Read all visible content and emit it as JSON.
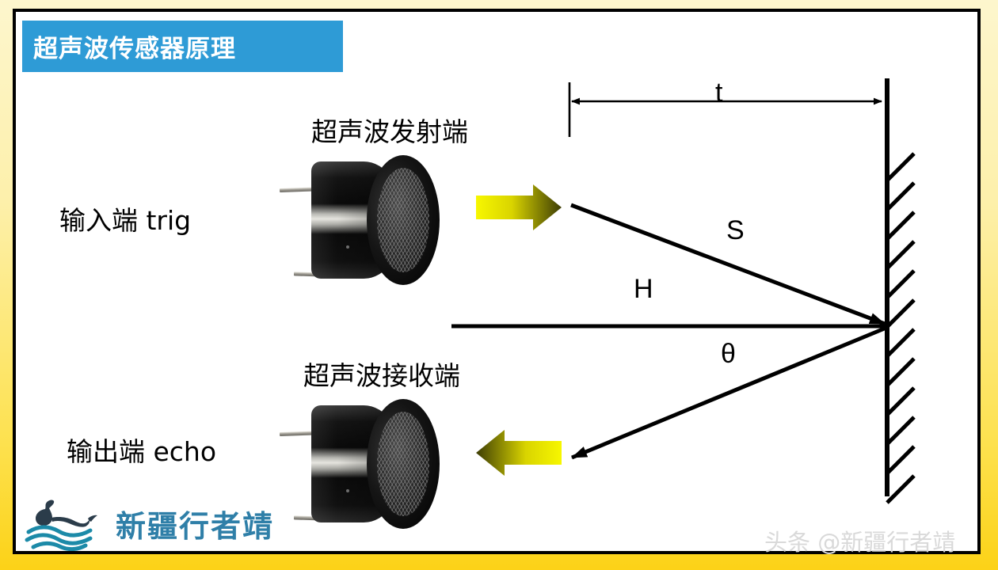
{
  "slide": {
    "title": "超声波传感器原理",
    "title_bg_color": "#2e9bd6",
    "title_text_color": "#ffffff",
    "frame_border_color": "#000000",
    "background_gradient_from": "#fdf6cd",
    "background_gradient_to": "#fcd217",
    "page_bg": "#ffffff"
  },
  "labels": {
    "transmitter_heading": "超声波发射端",
    "receiver_heading": "超声波接收端",
    "input_port": "输入端  trig",
    "output_port": "输出端  echo",
    "time_symbol": "t",
    "slant_distance_symbol": "S",
    "horizontal_distance_symbol": "H",
    "angle_symbol": "θ"
  },
  "diagram": {
    "wall_label": "reflecting-wall",
    "emit_arrow_color_start": "#ffff00",
    "emit_arrow_color_end": "#4e4e07",
    "line_color": "#000000"
  },
  "branding": {
    "logo_text": "新疆行者靖",
    "logo_text_color": "#2f7fa8",
    "logo_wave_color": "#1c8aa8",
    "logo_whale_color": "#2b3c4a",
    "watermark": "头条 @新疆行者靖",
    "watermark_color": "#d9d9d9"
  }
}
